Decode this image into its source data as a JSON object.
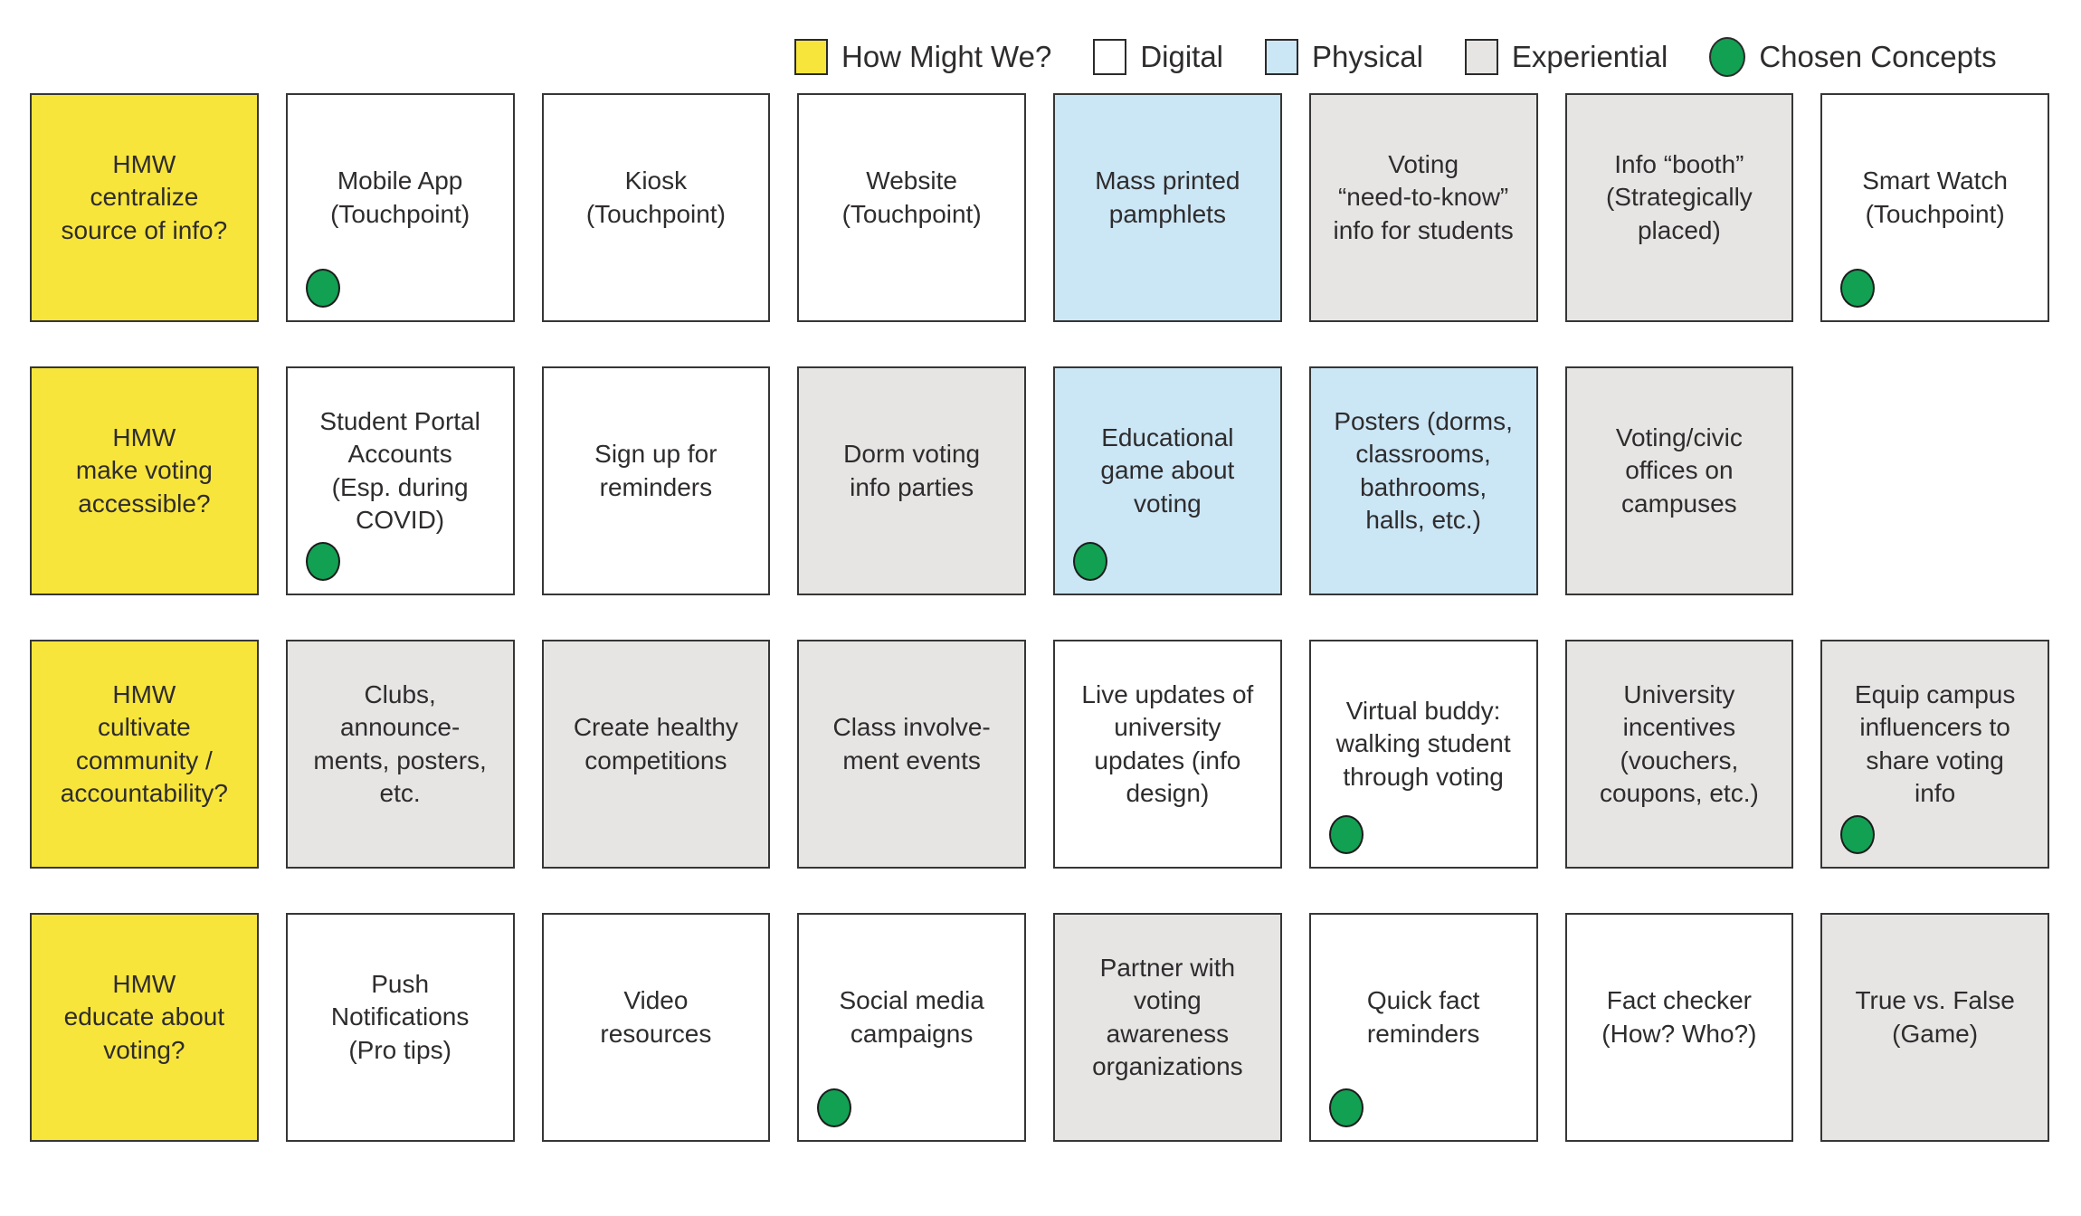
{
  "palette": {
    "hmw": "#F8E53C",
    "digital": "#FFFFFF",
    "physical": "#CBE6F5",
    "experiential": "#E6E5E4",
    "chosen": "#12A053",
    "border": "#363636",
    "text": "#2E2C2D"
  },
  "legend": {
    "items": [
      {
        "label": "How Might We?",
        "type": "hmw",
        "shape": "square"
      },
      {
        "label": "Digital",
        "type": "digital",
        "shape": "square"
      },
      {
        "label": "Physical",
        "type": "physical",
        "shape": "square"
      },
      {
        "label": "Experiential",
        "type": "experiential",
        "shape": "square"
      },
      {
        "label": "Chosen Concepts",
        "type": "chosen",
        "shape": "circle"
      }
    ]
  },
  "board": {
    "rows": [
      {
        "cells": [
          {
            "text": "HMW\ncentralize\nsource of info?",
            "type": "hmw",
            "chosen": false
          },
          {
            "text": "Mobile App\n(Touchpoint)",
            "type": "digital",
            "chosen": true
          },
          {
            "text": "Kiosk\n(Touchpoint)",
            "type": "digital",
            "chosen": false
          },
          {
            "text": "Website\n(Touchpoint)",
            "type": "digital",
            "chosen": false
          },
          {
            "text": "Mass printed\npamphlets",
            "type": "physical",
            "chosen": false
          },
          {
            "text": "Voting\n“need-to-know”\ninfo for students",
            "type": "experiential",
            "chosen": false
          },
          {
            "text": "Info “booth”\n(Strategically\nplaced)",
            "type": "experiential",
            "chosen": false
          },
          {
            "text": "Smart Watch\n(Touchpoint)",
            "type": "digital",
            "chosen": true
          }
        ]
      },
      {
        "cells": [
          {
            "text": "HMW\nmake voting\naccessible?",
            "type": "hmw",
            "chosen": false
          },
          {
            "text": "Student Portal\nAccounts\n(Esp. during\nCOVID)",
            "type": "digital",
            "chosen": true
          },
          {
            "text": "Sign up for\nreminders",
            "type": "digital",
            "chosen": false
          },
          {
            "text": "Dorm voting\ninfo parties",
            "type": "experiential",
            "chosen": false
          },
          {
            "text": "Educational\ngame about\nvoting",
            "type": "physical",
            "chosen": true
          },
          {
            "text": "Posters (dorms,\nclassrooms,\nbathrooms,\nhalls, etc.)",
            "type": "physical",
            "chosen": false
          },
          {
            "text": "Voting/civic\noffices on\ncampuses",
            "type": "experiential",
            "chosen": false
          }
        ]
      },
      {
        "cells": [
          {
            "text": "HMW\ncultivate\ncommunity /\naccountability?",
            "type": "hmw",
            "chosen": false
          },
          {
            "text": "Clubs,\nannounce-\nments, posters,\netc.",
            "type": "experiential",
            "chosen": false
          },
          {
            "text": "Create healthy\ncompetitions",
            "type": "experiential",
            "chosen": false
          },
          {
            "text": "Class involve-\nment events",
            "type": "experiential",
            "chosen": false
          },
          {
            "text": "Live updates of\nuniversity\nupdates (info\ndesign)",
            "type": "digital",
            "chosen": false
          },
          {
            "text": "Virtual buddy:\nwalking student\nthrough voting",
            "type": "digital",
            "chosen": true
          },
          {
            "text": "University\nincentives\n(vouchers,\ncoupons, etc.)",
            "type": "experiential",
            "chosen": false
          },
          {
            "text": "Equip campus\ninfluencers to\nshare voting\ninfo",
            "type": "experiential",
            "chosen": true
          }
        ]
      },
      {
        "cells": [
          {
            "text": "HMW\neducate about\nvoting?",
            "type": "hmw",
            "chosen": false
          },
          {
            "text": "Push\nNotifications\n(Pro tips)",
            "type": "digital",
            "chosen": false
          },
          {
            "text": "Video\nresources",
            "type": "digital",
            "chosen": false
          },
          {
            "text": "Social media\ncampaigns",
            "type": "digital",
            "chosen": true
          },
          {
            "text": "Partner with\nvoting\nawareness\norganizations",
            "type": "experiential",
            "chosen": false
          },
          {
            "text": "Quick fact\nreminders",
            "type": "digital",
            "chosen": true
          },
          {
            "text": "Fact checker\n(How? Who?)",
            "type": "digital",
            "chosen": false
          },
          {
            "text": "True vs. False\n(Game)",
            "type": "experiential",
            "chosen": false
          }
        ]
      }
    ]
  }
}
